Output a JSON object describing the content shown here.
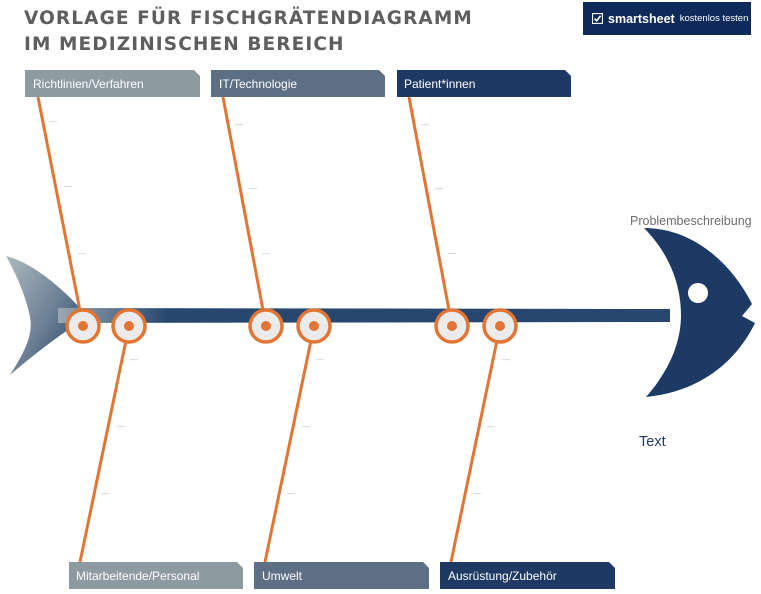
{
  "title_lines": [
    "VORLAGE FÜR FISCHGRÄTENDIAGRAMM",
    "IM MEDIZINISCHEN BEREICH"
  ],
  "logo": {
    "brand": "smartsheet",
    "cta": "kostenlos testen",
    "icon": "checkmark-icon"
  },
  "head": {
    "label": "Problembeschreibung",
    "text": "Text"
  },
  "categories_top": [
    {
      "label": "Richtlinien/Verfahren",
      "color": "#8e9aa2"
    },
    {
      "label": "IT/Technologie",
      "color": "#5c6f85"
    },
    {
      "label": "Patient*innen",
      "color": "#1e3a64"
    }
  ],
  "categories_bottom": [
    {
      "label": "Mitarbeitende/Personal",
      "color": "#8e9aa2"
    },
    {
      "label": "Umwelt",
      "color": "#5c6f85"
    },
    {
      "label": "Ausrüstung/Zubehör",
      "color": "#1e3a64"
    }
  ],
  "colors": {
    "spine": "#27476f",
    "bone": "#e27533",
    "node_fill": "#ebebeb",
    "fish_dark": "#1c3a63",
    "tail_light": "#a9b5bb"
  },
  "sub_cause_marker": "—"
}
